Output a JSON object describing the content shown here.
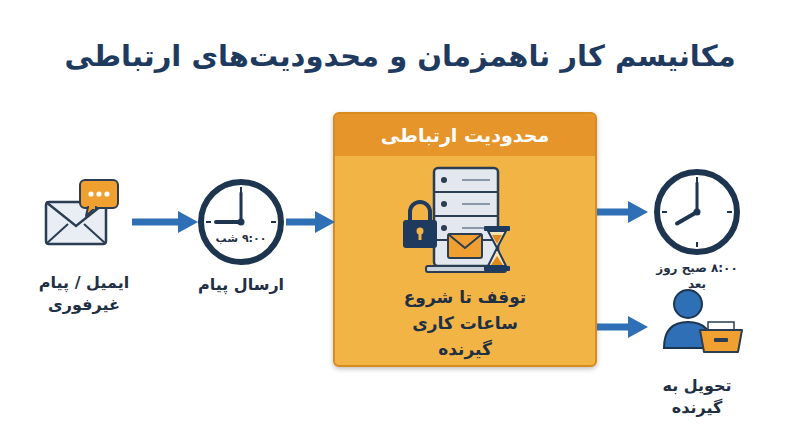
{
  "diagram": {
    "title": "مکانیسم کار ناهمزمان و محدودیت‌های ارتباطی",
    "nodes": [
      {
        "text": [
          "ایمیل / پیام غیرفوری"
        ]
      },
      {
        "text": [
          "۹:۰۰ شب",
          "ارسال پیام"
        ]
      },
      {
        "text": [
          "محدودیت ارتباطی",
          "توقف تا شروع ساعات کاری گیرنده"
        ]
      },
      {
        "text": [
          "۸:۰۰ صبح روز بعد"
        ]
      },
      {
        "text": [
          "تحویل به گیرنده"
        ]
      }
    ],
    "edges": [
      {
        "from": 0,
        "to": 1,
        "arrow": "to"
      },
      {
        "from": 1,
        "to": 2,
        "arrow": "to"
      },
      {
        "from": 2,
        "to": 3,
        "arrow": "to"
      },
      {
        "from": 2,
        "to": 4,
        "arrow": "to"
      }
    ]
  }
}
